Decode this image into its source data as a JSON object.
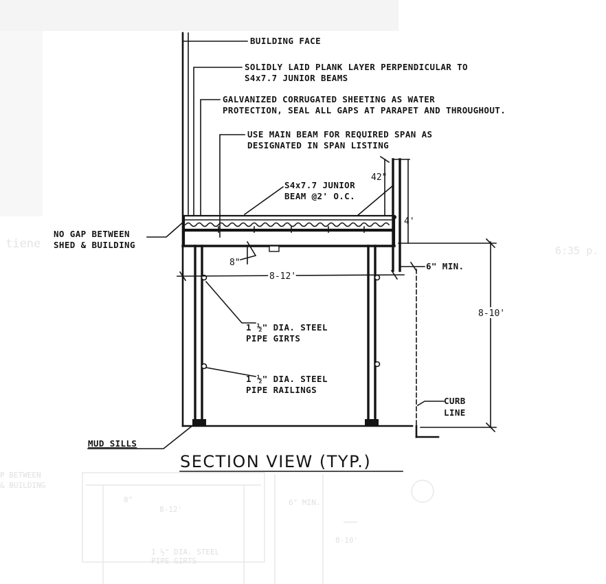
{
  "title": "SECTION VIEW (TYP.)",
  "callouts": {
    "building_face": "BUILDING FACE",
    "plank_layer": [
      "SOLIDLY LAID PLANK LAYER PERPENDICULAR TO",
      "S4x7.7 JUNIOR BEAMS"
    ],
    "sheeting": [
      "GALVANIZED CORRUGATED SHEETING AS WATER",
      "PROTECTION, SEAL ALL GAPS AT PARAPET AND THROUGHOUT."
    ],
    "main_beam": [
      "USE MAIN BEAM FOR REQUIRED SPAN AS",
      "DESIGNATED IN SPAN LISTING"
    ],
    "junior_beam": [
      "S4x7.7 JUNIOR",
      "BEAM @2' O.C."
    ],
    "no_gap": [
      "NO GAP BETWEEN",
      "SHED & BUILDING"
    ],
    "girts": [
      "1 ½\" DIA. STEEL",
      "PIPE GIRTS"
    ],
    "railings": [
      "1 ½\" DIA. STEEL",
      "PIPE RAILINGS"
    ],
    "curb_line": [
      "CURB",
      "LINE"
    ],
    "mud_sills": "MUD SILLS"
  },
  "dimensions": {
    "parapet_height": "42\"",
    "toe_board": "4'",
    "offset": "8\"",
    "width": "8-12'",
    "min_clearance": "6\" MIN.",
    "height": "8-10'"
  },
  "background_fragments": {
    "left": "tiene",
    "right": "6:35 p."
  }
}
